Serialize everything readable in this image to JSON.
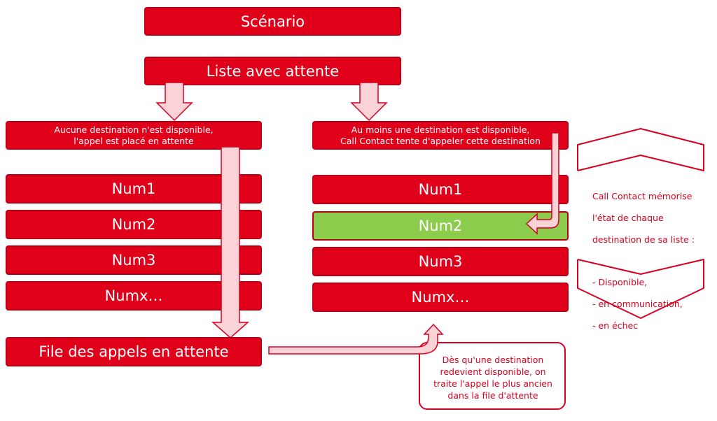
{
  "top": {
    "scenario": "Scénario",
    "list": "Liste avec attente"
  },
  "left": {
    "header_line1": "Aucune destination n'est disponible,",
    "header_line2": "l'appel est placé en attente",
    "items": [
      "Num1",
      "Num2",
      "Num3",
      "Numx…"
    ],
    "queue": "File des appels en attente"
  },
  "right": {
    "header_line1": "Au moins une destination est disponible,",
    "header_line2": "Call Contact tente d'appeler cette destination",
    "items": [
      "Num1",
      "Num2",
      "Num3",
      "Numx…"
    ]
  },
  "note": {
    "line1": "Dès qu'une destination",
    "line2": "redevient disponible, on",
    "line3": "traite l'appel le plus ancien",
    "line4": "dans la file d'attente"
  },
  "side": {
    "line1": "Call Contact mémorise",
    "line2": "l'état de chaque",
    "line3": "destination de sa liste :",
    "line4": "- Disponible,",
    "line5": "- en communication,",
    "line6": "- en échec"
  },
  "colors": {
    "red": "#e1001a",
    "green": "#8ccc4c",
    "arrow_fill": "#fbd2d6",
    "arrow_stroke": "#d7001f"
  }
}
